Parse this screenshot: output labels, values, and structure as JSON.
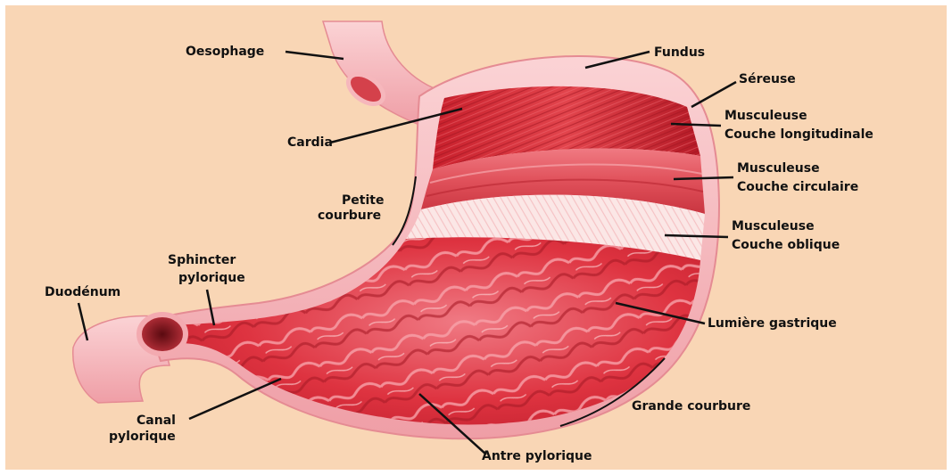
{
  "colors": {
    "background": "#f9d6b5",
    "tissue_pink": "#f3aab0",
    "tissue_light": "#f8c9cb",
    "muscle_red": "#d8343d",
    "muscle_dark": "#a81522",
    "mucosa_red": "#e0303c",
    "mucosa_light": "#f49aa0",
    "oblique_white": "#fbe7e6",
    "leader_line": "#111111"
  },
  "labels": {
    "oesophage": "Oesophage",
    "fundus": "Fundus",
    "sereuse": "Séreuse",
    "cardia": "Cardia",
    "long_1": "Musculeuse",
    "long_2": "Couche longitudinale",
    "circ_1": "Musculeuse",
    "circ_2": "Couche circulaire",
    "obl_1": "Musculeuse",
    "obl_2": "Couche oblique",
    "petite_1": "Petite",
    "petite_2": "courbure",
    "sphincter_1": "Sphincter",
    "sphincter_2": "pylorique",
    "duodenum": "Duodénum",
    "lumiere": "Lumière gastrique",
    "grande": "Grande courbure",
    "canal_1": "Canal",
    "canal_2": "pylorique",
    "antre": "Antre pylorique"
  }
}
